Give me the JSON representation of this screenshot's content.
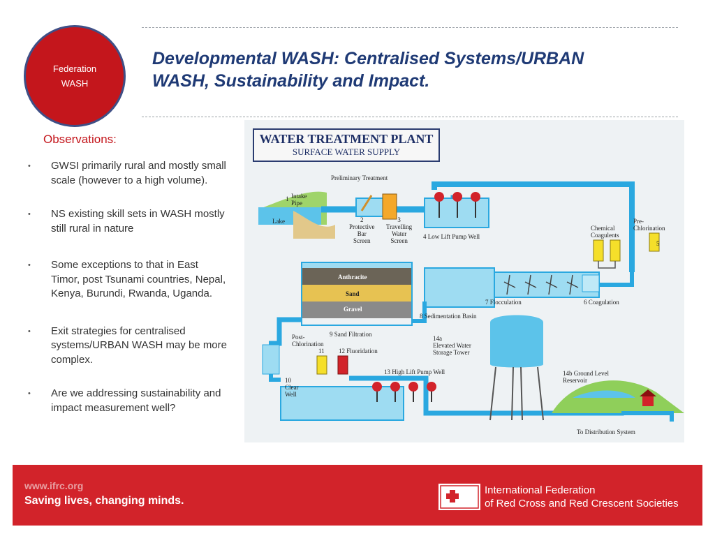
{
  "header": {
    "badge_line1": "Federation",
    "badge_line2": "WASH",
    "title_line1": "Developmental WASH: Centralised Systems/URBAN",
    "title_line2": "WASH, Sustainability and Impact."
  },
  "observations": {
    "heading": "Observations:",
    "bullet_char": "•",
    "items": [
      "GWSI primarily rural and mostly small scale (however to a high volume).",
      "NS existing skill sets in WASH mostly still rural in nature",
      "Some exceptions to that in East Timor, post Tsunami countries, Nepal, Kenya, Burundi, Rwanda, Uganda.",
      "Exit strategies for centralised systems/URBAN WASH may be more complex.",
      "Are we addressing sustainability and impact measurement well?"
    ]
  },
  "diagram": {
    "title": "WATER TREATMENT PLANT",
    "subtitle": "SURFACE WATER SUPPLY",
    "labels": {
      "preliminary": "Preliminary Treatment",
      "intake_num": "1",
      "intake": "Intake\nPipe",
      "lake": "Lake",
      "bar_screen": "2\nProtective\nBar\nScreen",
      "travelling": "3\nTravelling\nWater\nScreen",
      "low_lift": "4 Low Lift Pump Well",
      "chemical": "Chemical\nCoagulents",
      "prechlor": "Pre-\nChlorination",
      "five": "5",
      "anthracite": "Anthracite",
      "sand": "Sand",
      "gravel": "Gravel",
      "flocculation": "7 Flocculation",
      "coagulation": "6 Coagulation",
      "sedimentation": "8 Sedimentation Basin",
      "sand_filtration": "9 Sand Filtration",
      "postchlor": "Post-\nChlorination",
      "eleven": "11",
      "fluoridation": "12 Fluoridation",
      "elevated": "14a\nElevated Water\nStorage Tower",
      "high_lift": "13 High Lift Pump Well",
      "ground_reservoir": "14b Ground Level\nReservoir",
      "clear_well": "10\nClear\nWell",
      "distribution": "To Distribution System"
    }
  },
  "footer": {
    "url": "www.ifrc.org",
    "tagline": "Saving lives, changing minds.",
    "org_line1": "International Federation",
    "org_line2": "of Red Cross and Red Crescent Societies"
  },
  "colors": {
    "brand_red": "#d2232a",
    "title_blue": "#1f3a75",
    "water_blue": "#2aa8e0"
  }
}
